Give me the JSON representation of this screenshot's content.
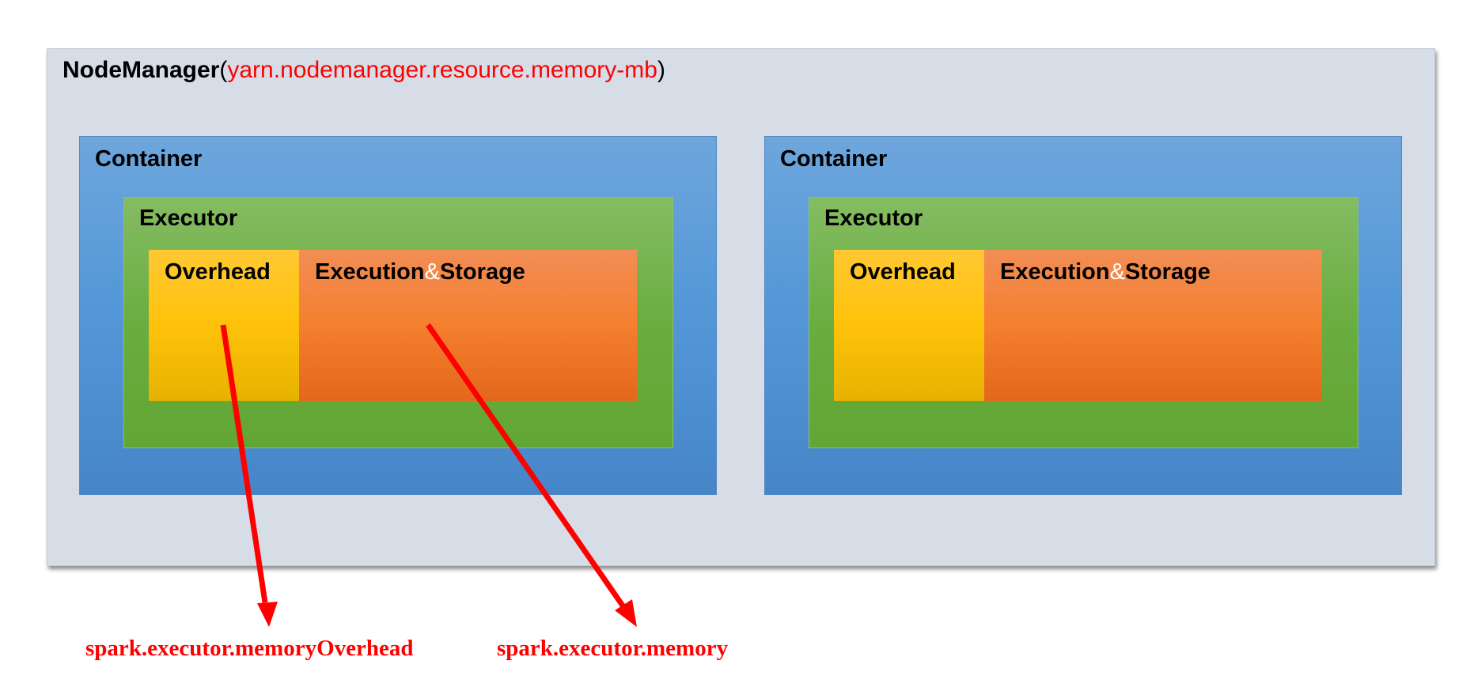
{
  "nodemanager": {
    "name": "NodeManager",
    "open_paren": "(",
    "param": "yarn.nodemanager.resource.memory-mb",
    "close_paren": ")"
  },
  "containers": [
    {
      "title": "Container",
      "executor": {
        "title": "Executor",
        "overhead": "Overhead",
        "execution": "Execution",
        "amp": "&",
        "storage": "Storage"
      }
    },
    {
      "title": "Container",
      "executor": {
        "title": "Executor",
        "overhead": "Overhead",
        "execution": "Execution",
        "amp": "&",
        "storage": "Storage"
      }
    }
  ],
  "annotations": {
    "overhead_param": "spark.executor.memoryOverhead",
    "memory_param": "spark.executor.memory"
  },
  "colors": {
    "annotation": "#ff0000",
    "nodemanager_bg": "#d6dde7",
    "container_bg": "#5598d8",
    "executor_bg": "#6aad40",
    "overhead_bg": "#ffc20a",
    "execstore_bg": "#f47f2e"
  }
}
